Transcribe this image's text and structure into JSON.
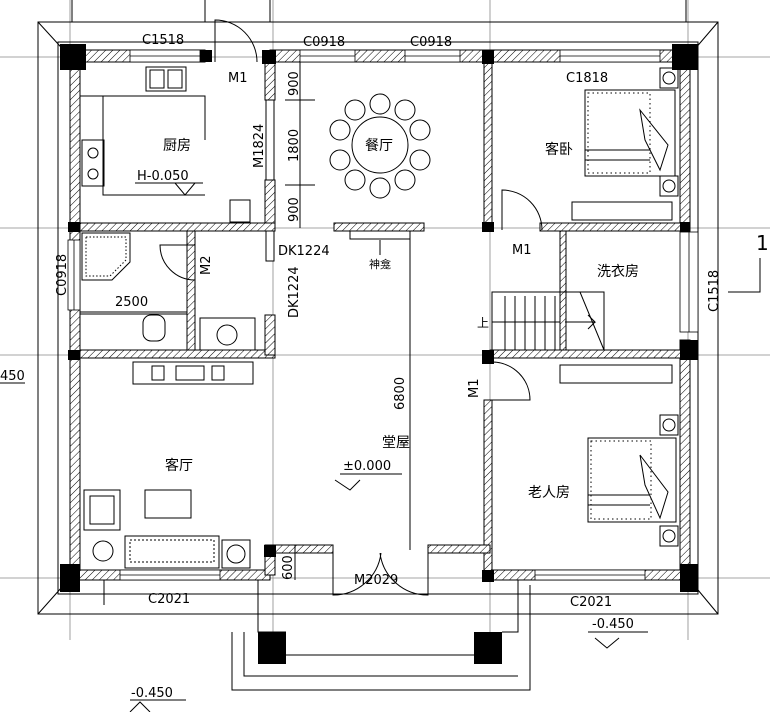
{
  "rooms": {
    "kitchen": "厨房",
    "dining": "餐厅",
    "guest_bedroom": "客卧",
    "laundry": "洗衣房",
    "living": "客厅",
    "hall": "堂屋",
    "elder_bedroom": "老人房"
  },
  "openings": {
    "c1518_top": "C1518",
    "c0918_a": "C0918",
    "c0918_b": "C0918",
    "c1818": "C1818",
    "m1_kitchen": "M1",
    "m1824": "M1824",
    "dk1224_h": "DK1224",
    "dk1224_v": "DK1224",
    "m2": "M2",
    "c0918_left": "C0918",
    "m1_guest": "M1",
    "c1518_right": "C1518",
    "m1_elder": "M1",
    "m2029": "M2029",
    "c2021_left": "C2021",
    "c2021_right": "C2021"
  },
  "dimensions": {
    "d900_top": "900",
    "d1800": "1800",
    "d900_bottom": "900",
    "d2500": "2500",
    "d6800": "6800",
    "d600": "600"
  },
  "levels": {
    "kitchen": "H-0.050",
    "hall": "±0.000",
    "porch": "-0.450",
    "outside": "-0.450",
    "left_edge": "450"
  },
  "annotations": {
    "shrine": "神龛",
    "stair_up": "上",
    "axis": "1"
  }
}
